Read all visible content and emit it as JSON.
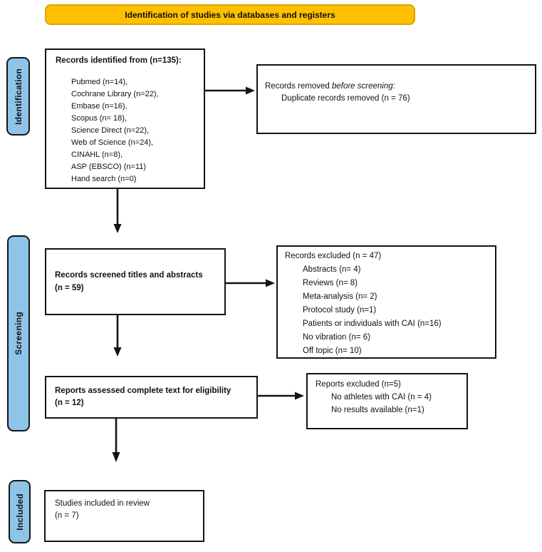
{
  "colors": {
    "banner_bg": "#FFC000",
    "banner_border": "#DCA400",
    "stage_bg": "#8FC4E9"
  },
  "banner": {
    "label": "Identification of studies via databases and registers"
  },
  "stages": [
    {
      "label": "Identification"
    },
    {
      "label": "Screening"
    },
    {
      "label": "Included"
    }
  ],
  "boxes": {
    "identified": {
      "title": "Records identified from (n=135):",
      "items": [
        "Pubmed (n=14),",
        "Cochrane Library (n=22),",
        "Embase (n=16),",
        "Scopus (n= 18),",
        "Science Direct (n=22),",
        "Web of Science (n=24),",
        "CINAHL (n=8),",
        "ASP (EBSCO) (n=11)",
        "Hand search (n=0)"
      ]
    },
    "removed": {
      "prefix": "Records removed ",
      "italic": "before screening",
      "suffix": ":",
      "items": [
        "Duplicate records removed (n = 76)"
      ]
    },
    "screened": {
      "line1": "Records screened titles and abstracts",
      "line2": "(n = 59)"
    },
    "records_excluded": {
      "title": "Records excluded (n = 47)",
      "items": [
        "Abstracts (n= 4)",
        "Reviews (n= 8)",
        "Meta-analysis (n= 2)",
        "Protocol study (n=1)",
        "Patients or individuals with CAI (n=16)",
        "No vibration (n= 6)",
        "Off topic (n= 10)"
      ]
    },
    "assessed": {
      "line1": "Reports assessed complete text for eligibility",
      "line2": "(n = 12)"
    },
    "reports_excluded": {
      "title": "Reports excluded (n=5)",
      "items": [
        "No athletes with CAI (n = 4)",
        "No results available (n=1)"
      ]
    },
    "included": {
      "line1": "Studies included in review",
      "line2": "(n = 7)"
    }
  }
}
